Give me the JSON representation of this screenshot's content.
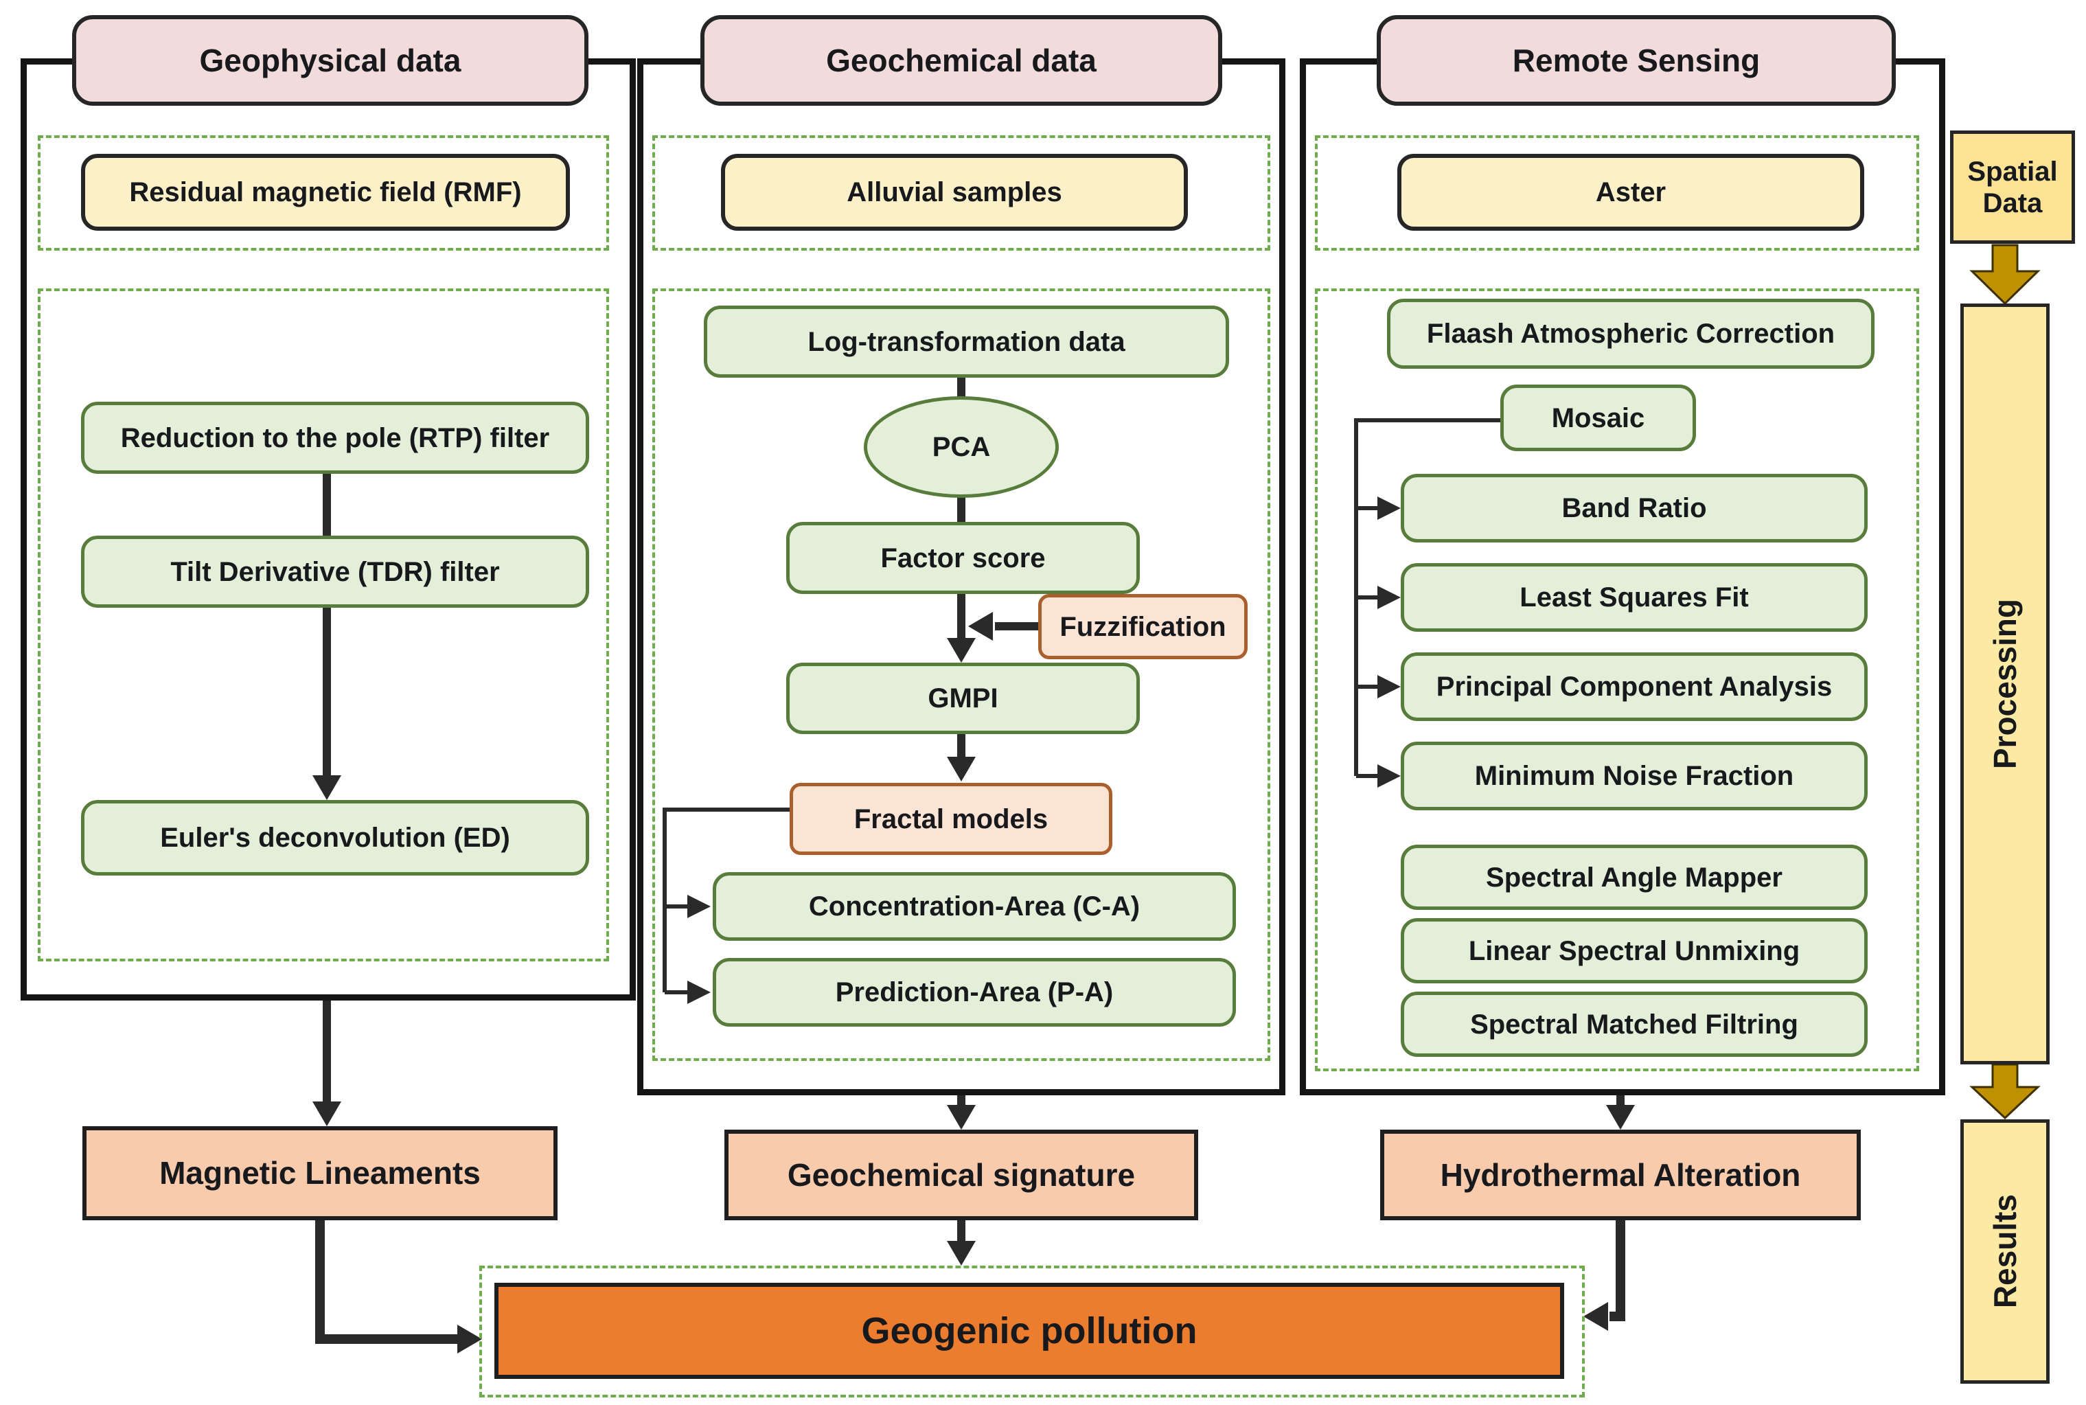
{
  "columns": {
    "geophysical": {
      "header": "Geophysical data",
      "input": "Residual magnetic field (RMF)",
      "steps": [
        "Reduction to the pole (RTP) filter",
        "Tilt Derivative (TDR) filter",
        "Euler's deconvolution (ED)"
      ],
      "output": "Magnetic Lineaments"
    },
    "geochemical": {
      "header": "Geochemical data",
      "input": "Alluvial samples",
      "log_transformation": "Log-transformation data",
      "pca": "PCA",
      "factor_score": "Factor score",
      "fuzzification": "Fuzzification",
      "gmpi": "GMPI",
      "fractal_models": "Fractal models",
      "concentration_area": "Concentration-Area (C-A)",
      "prediction_area": "Prediction-Area (P-A)",
      "output": "Geochemical signature"
    },
    "remote_sensing": {
      "header": "Remote Sensing",
      "input": "Aster",
      "flaash": "Flaash Atmospheric Correction",
      "mosaic": "Mosaic",
      "mosaic_outputs": [
        "Band Ratio",
        "Least Squares Fit",
        "Principal Component Analysis",
        "Minimum Noise Fraction"
      ],
      "spectral_methods": [
        "Spectral Angle Mapper",
        "Linear Spectral Unmixing",
        "Spectral Matched Filtring"
      ],
      "output": "Hydrothermal Alteration"
    }
  },
  "sidebar": {
    "spatial_data": "Spatial Data",
    "processing": "Processing",
    "results": "Results"
  },
  "final_output": "Geogenic pollution",
  "colors": {
    "header_fill": "#f2dcdb",
    "input_fill": "#fcf0c8",
    "process_fill": "#e3efd9",
    "process_border": "#587c3b",
    "model_fill": "#fce4d4",
    "model_border": "#a9602c",
    "result_fill": "#f8cbad",
    "final_fill": "#ec7d2f",
    "sidebar_fill": "#fbe294",
    "sidebar_stage_fill": "#fceaa4",
    "gold_arrow": "#bf9000",
    "dashed_border": "#6fad4c",
    "connector": "#2a2a2a"
  }
}
